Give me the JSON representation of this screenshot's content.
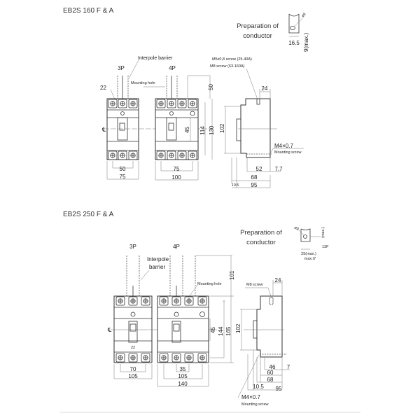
{
  "section_160": {
    "title": "EB2S 160 F & A",
    "prep_line1": "Preparation of",
    "prep_line2": "conductor",
    "prep_dia": "ø9",
    "prep_width": "16.5",
    "prep_max": "9(max.)",
    "label_3p": "3P",
    "label_4p": "4P",
    "interpole_barrier": "Interpole barrier",
    "mounting_hole": "Mounting hole",
    "dim_22": "22",
    "dim_3p_inner": "50",
    "dim_3p_outer": "75",
    "dim_4p_inner": "75",
    "dim_4p_outer": "100",
    "dim_45": "45",
    "dim_114": "114",
    "dim_130": "130",
    "dim_50_top": "50",
    "screw_1": "M5x0,8 screw (25-40A)",
    "screw_2": "M8 screw (63-160A)",
    "dim_24": "24",
    "dim_102": "102",
    "mount_screw": "M4×0.7",
    "mount_screw_label": "Mounting screw",
    "dim_52": "52",
    "dim_7_7": "7.7",
    "dim_68": "68",
    "dim_10_5": "10.5",
    "dim_95": "95"
  },
  "section_250": {
    "title": "EB2S 250 F & A",
    "prep_line1": "Preparation of",
    "prep_line2": "conductor",
    "prep_dia": "ø9",
    "prep_width": "25(max.)",
    "prep_thick": "max.t7",
    "prep_max": "(max.)",
    "prep_13": "13F",
    "label_3p": "3P",
    "label_4p": "4P",
    "interpole_line1": "Interpole",
    "interpole_line2": "barrier",
    "mounting_hole": "Mounting hole",
    "dim_101": "101",
    "dim_45": "45",
    "dim_144": "144",
    "dim_165": "165",
    "dim_22": "22",
    "dim_3p_inner": "70",
    "dim_3p_outer": "105",
    "dim_4p_inner": "35",
    "dim_4p_mid": "105",
    "dim_4p_outer": "140",
    "screw": "M8 screw",
    "dim_24": "24",
    "dim_102": "102",
    "dim_46": "46",
    "dim_7": "7",
    "dim_60": "60",
    "dim_68": "68",
    "dim_10_5": "10.5",
    "dim_95": "95",
    "mount_screw": "M4×0.7",
    "mount_screw_label": "Mounting screw"
  }
}
